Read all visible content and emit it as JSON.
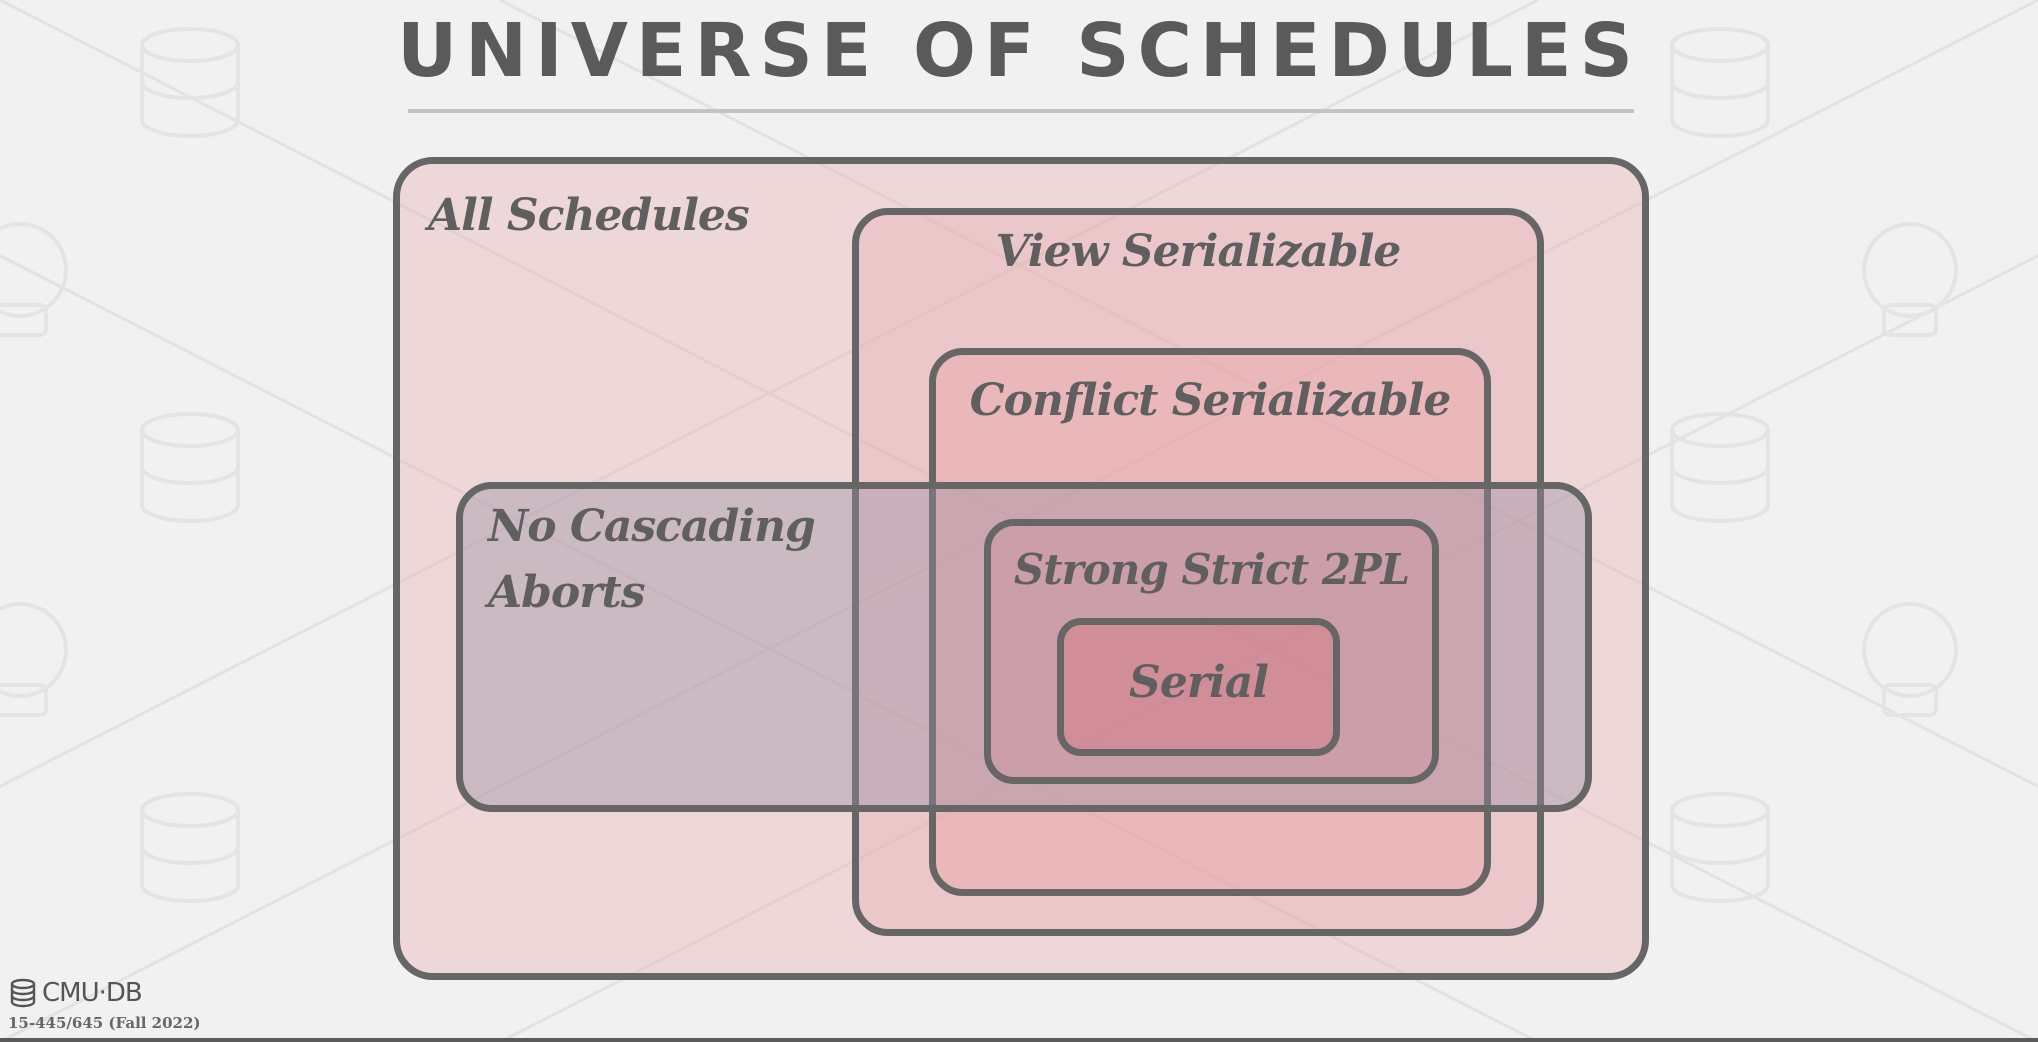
{
  "slide": {
    "title": "UNIVERSE OF SCHEDULES"
  },
  "diagram": {
    "sets": {
      "all_schedules": "All Schedules",
      "view_serializable": "View Serializable",
      "conflict_serializable": "Conflict Serializable",
      "no_cascading_aborts_line1": "No Cascading",
      "no_cascading_aborts_line2": "Aborts",
      "strong_strict_2pl": "Strong Strict 2PL",
      "serial": "Serial"
    }
  },
  "footer": {
    "logo_text": "CMU·DB",
    "course": "15-445/645 (Fall 2022)"
  },
  "colors": {
    "outline": "#666666",
    "text": "#5f5f5f",
    "background": "#f1f1f1"
  }
}
